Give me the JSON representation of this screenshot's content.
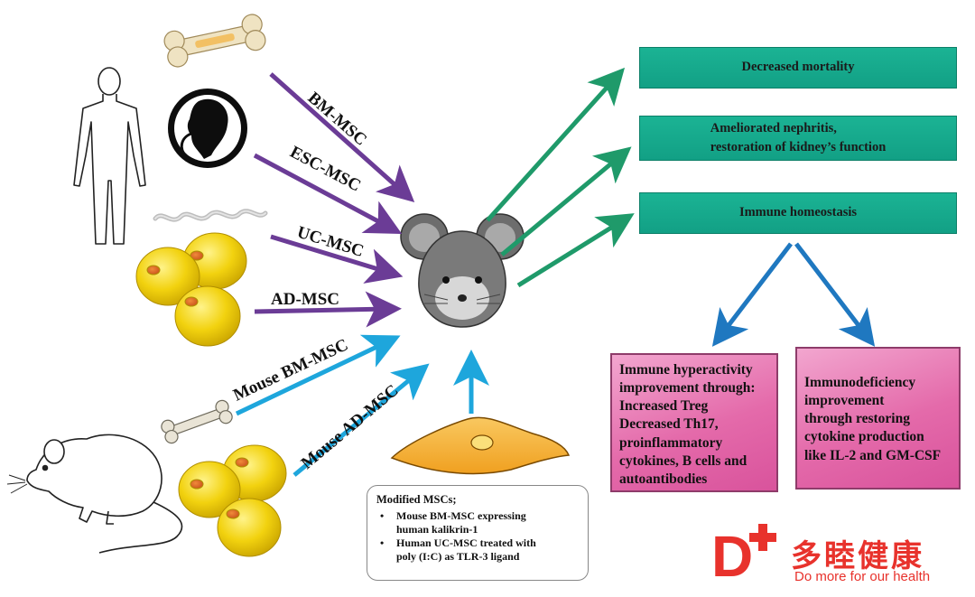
{
  "sources": {
    "bm_msc": "BM-MSC",
    "esc_msc": "ESC-MSC",
    "uc_msc": "UC-MSC",
    "ad_msc": "AD-MSC",
    "mouse_bm_msc": "Mouse BM-MSC",
    "mouse_ad_msc": "Mouse AD-MSC"
  },
  "outcomes": {
    "decreased_mortality": "Decreased mortality",
    "nephritis_line1": "Ameliorated nephritis,",
    "nephritis_line2": "restoration of kidney’s function",
    "immune_homeostasis": "Immune homeostasis"
  },
  "hyperactivity": {
    "lines": [
      "Immune hyperactivity",
      "improvement through:",
      "Increased Treg",
      "Decreased Th17,",
      "proinflammatory",
      "cytokines, B cells and",
      "autoantibodies"
    ]
  },
  "immunodeficiency": {
    "lines": [
      "Immunodeficiency",
      "improvement",
      "through restoring",
      "cytokine production",
      "like IL-2 and GM-CSF"
    ]
  },
  "modified": {
    "title": "Modified MSCs;",
    "item1_line1": "Mouse BM-MSC expressing",
    "item1_line2": "human kalikrin-1",
    "item2_line1": "Human UC-MSC treated with",
    "item2_line2": "poly (I:C) as TLR-3 ligand",
    "bullet": "•"
  },
  "logo": {
    "d_letter": "D",
    "plus": "+",
    "chinese": "多睦健康",
    "tagline": "Do more for our health"
  },
  "colors": {
    "purple": "#6b3c96",
    "cyan": "#1ea6dc",
    "green": "#1f9a6a",
    "blue": "#1f78c0",
    "teal_box": "#15a88b",
    "pink_box": "#e46aaa",
    "logo_red": "#e8322c",
    "cell_yellow": "#f2d20f"
  },
  "icons": [
    "bone-icon",
    "human-body-icon",
    "embryo-icon",
    "umbilical-cord-icon",
    "adipocyte-cluster-icon",
    "mouse-icon",
    "rat-icon",
    "msc-cell-icon"
  ]
}
